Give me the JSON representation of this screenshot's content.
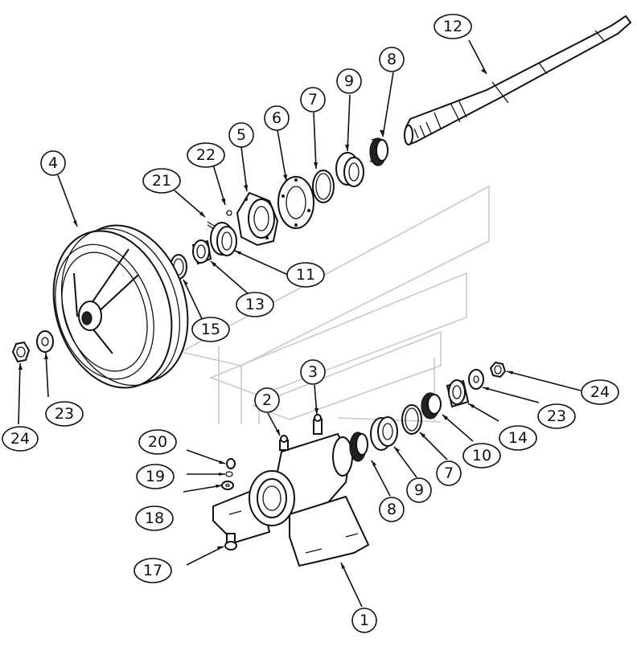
{
  "diagram": {
    "callouts": [
      {
        "id": "c12",
        "label": "12"
      },
      {
        "id": "c8a",
        "label": "8"
      },
      {
        "id": "c9a",
        "label": "9"
      },
      {
        "id": "c7a",
        "label": "7"
      },
      {
        "id": "c6",
        "label": "6"
      },
      {
        "id": "c5",
        "label": "5"
      },
      {
        "id": "c22",
        "label": "22"
      },
      {
        "id": "c21",
        "label": "21"
      },
      {
        "id": "c4",
        "label": "4"
      },
      {
        "id": "c11",
        "label": "11"
      },
      {
        "id": "c13",
        "label": "13"
      },
      {
        "id": "c15",
        "label": "15"
      },
      {
        "id": "c24a",
        "label": "24"
      },
      {
        "id": "c23a",
        "label": "23"
      },
      {
        "id": "c3",
        "label": "3"
      },
      {
        "id": "c2",
        "label": "2"
      },
      {
        "id": "c20",
        "label": "20"
      },
      {
        "id": "c19",
        "label": "19"
      },
      {
        "id": "c18",
        "label": "18"
      },
      {
        "id": "c17",
        "label": "17"
      },
      {
        "id": "c1",
        "label": "1"
      },
      {
        "id": "c8b",
        "label": "8"
      },
      {
        "id": "c9b",
        "label": "9"
      },
      {
        "id": "c7b",
        "label": "7"
      },
      {
        "id": "c10",
        "label": "10"
      },
      {
        "id": "c14",
        "label": "14"
      },
      {
        "id": "c23b",
        "label": "23"
      },
      {
        "id": "c24b",
        "label": "24"
      }
    ]
  }
}
